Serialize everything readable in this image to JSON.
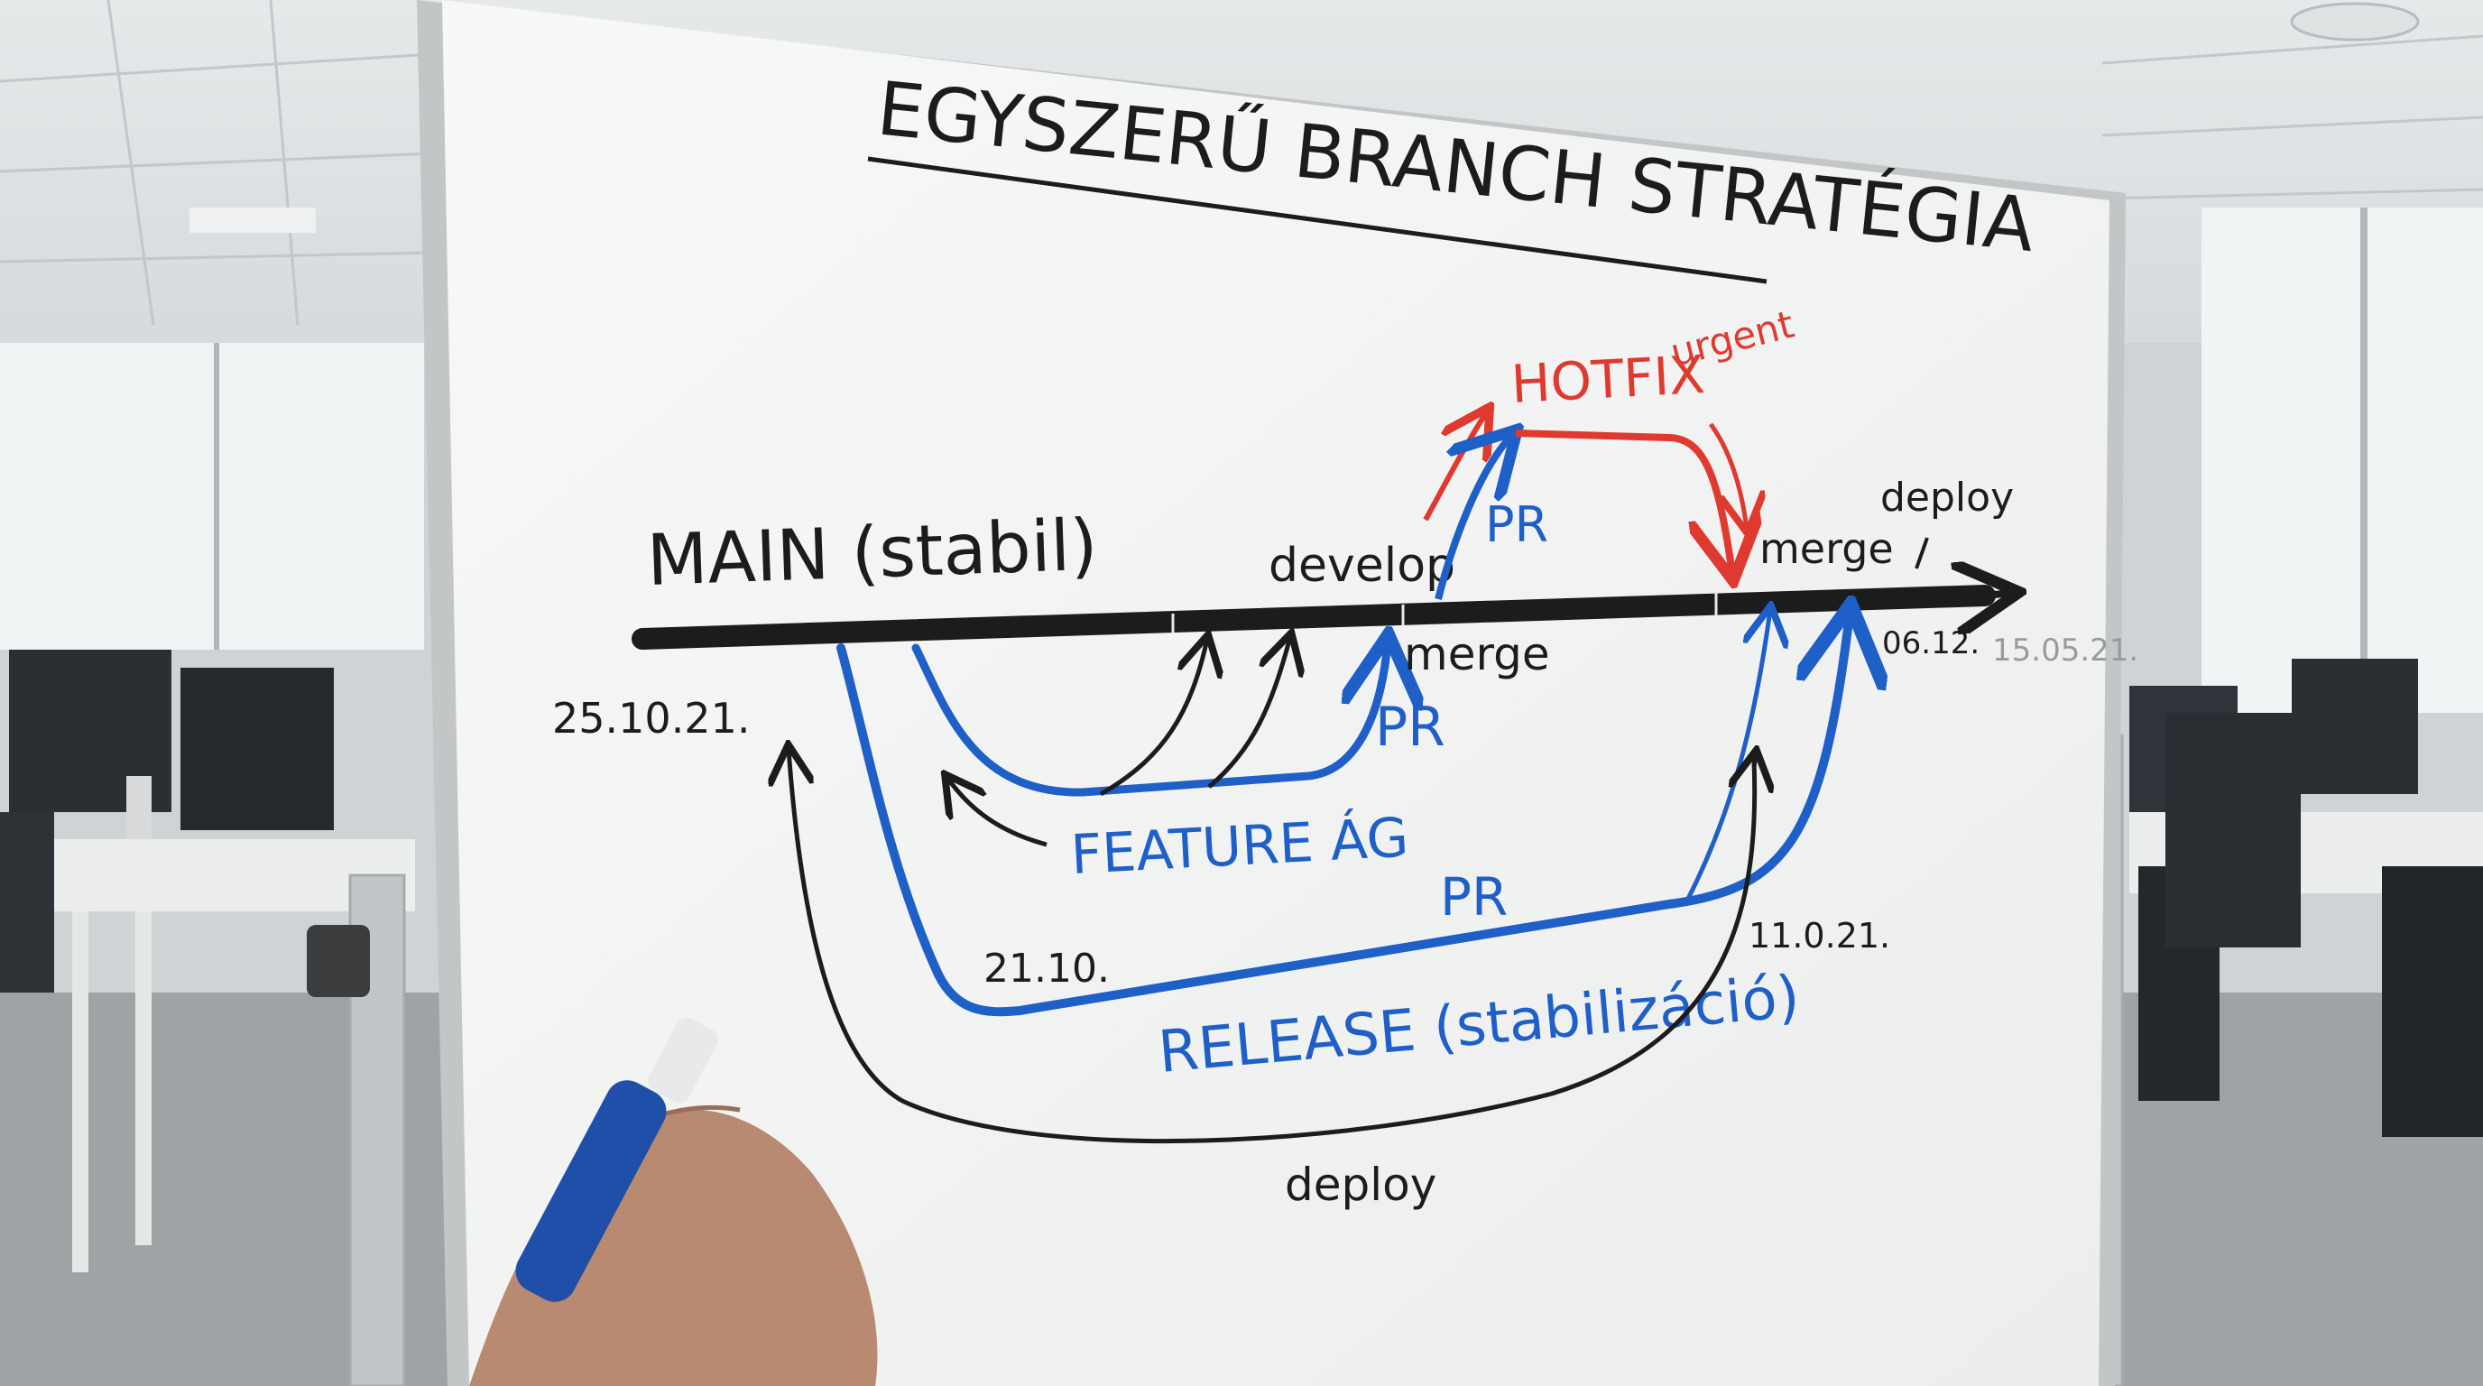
{
  "title": "EGYSZERŰ BRANCH STRATÉGIA",
  "main_branch": {
    "label": "MAIN (stabil)",
    "start_date": "25.10.21."
  },
  "labels": {
    "develop": "develop",
    "merge_feature": "merge",
    "pr_feature": "PR",
    "feature": "FEATURE ÁG",
    "hotfix": "HOTFIX",
    "urgent": "urgent",
    "pr_hotfix": "PR",
    "merge_hotfix": "merge",
    "deploy_top": "deploy",
    "date_0612": "06.12.",
    "date_150521": "15.05.21.",
    "date_2110": "21.10.",
    "date_11021": "11.0.21.",
    "pr_release": "PR",
    "release": "RELEASE (stabilizáció)",
    "deploy_bottom": "deploy"
  },
  "colors": {
    "black_marker": "#1c1c1c",
    "blue_marker": "#1f5fc8",
    "red_marker": "#e0392f",
    "board": "#f4f5f4",
    "frame": "#b9bcbe"
  }
}
